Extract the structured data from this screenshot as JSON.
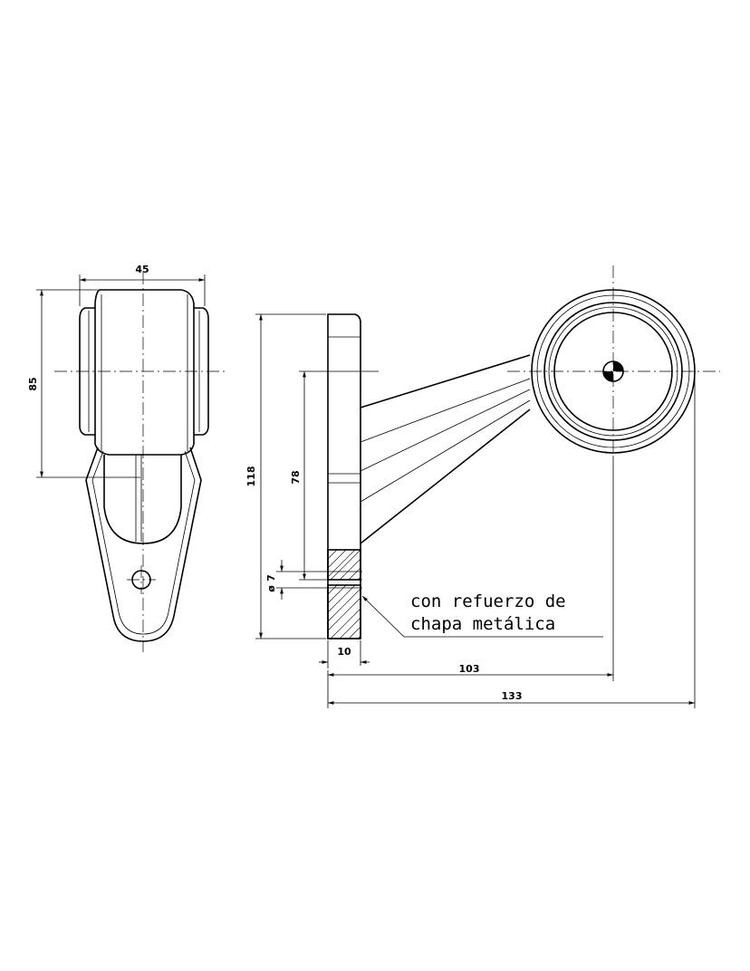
{
  "dimensions": {
    "width_side": "45",
    "height_side": "85",
    "height_total": "118",
    "height_hole": "78",
    "hole_diameter": "7",
    "plate_thickness": "10",
    "reach_center": "103",
    "reach_total": "133"
  },
  "note": {
    "line1": "con refuerzo de",
    "line2": "chapa metálica"
  }
}
